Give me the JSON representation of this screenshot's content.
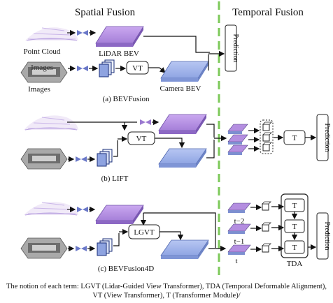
{
  "headers": {
    "spatial": "Spatial Fusion",
    "temporal": "Temporal Fusion"
  },
  "panel_a": {
    "point_cloud": "Point Cloud",
    "images": "Images",
    "lidar_bev": "LiDAR BEV",
    "camera_bev": "Camera BEV",
    "vt": "VT",
    "prediction": "Prediction",
    "caption": "(a) BEVFusion"
  },
  "panel_b": {
    "vt": "VT",
    "t": "T",
    "prediction": "Prediction",
    "caption": "(b) LIFT"
  },
  "panel_c": {
    "lgvt": "LGVT",
    "t_minus_2": "t−2",
    "t_minus_1": "t−1",
    "t": "t",
    "t_module": "T",
    "tda": "TDA",
    "prediction": "Prediction",
    "caption": "(c) BEVFusion4D"
  },
  "footer": "The notion of each term: LGVT (Lidar-Guided View Transformer), TDA (Temporal Deformable Alignment), VT (View Transformer), T (Transformer Module)/",
  "colors": {
    "lidar": "#b48ee0",
    "camera": "#9fb2ea",
    "divider": "#7dc95a",
    "bowtie": "#6a78c8"
  }
}
